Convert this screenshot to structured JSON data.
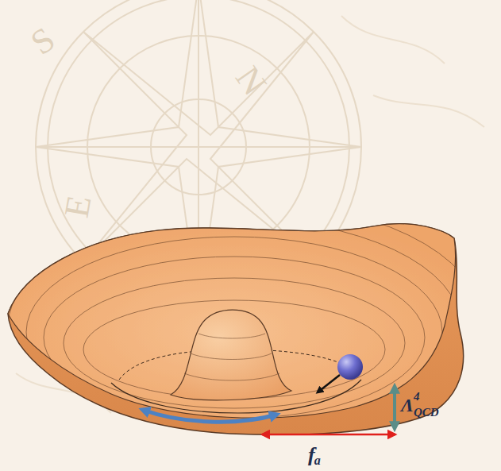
{
  "diagram": {
    "labels": [
      "S",
      "N",
      "E",
      "Λ",
      "4",
      "QCD",
      "f",
      "a"
    ]
  }
}
